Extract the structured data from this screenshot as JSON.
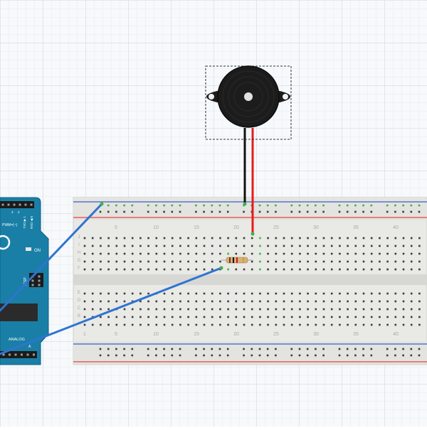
{
  "arduino": {
    "label_pwm": "PWM=(~)",
    "label_tx": "TXD ▶ 1",
    "label_rx": "RXD ◀ 0",
    "label_on": "ON",
    "label_icsp": "ICSP",
    "label_analog": "ANALOG",
    "label_a": "A",
    "pin_digits": [
      "3",
      "2"
    ]
  },
  "breadboard": {
    "column_numbers_top": [
      "5",
      "10",
      "15",
      "20",
      "25",
      "30",
      "35",
      "40"
    ],
    "column_numbers_bottom": [
      "1",
      "5",
      "10",
      "15",
      "20",
      "25",
      "30",
      "35",
      "40"
    ],
    "row_letters_top": [
      "J",
      "I",
      "H",
      "G",
      "F"
    ],
    "row_letters_bottom": [
      "E",
      "D",
      "C",
      "B",
      "A"
    ]
  },
  "colors": {
    "arduino_board": "#1a7fa6",
    "breadboard_body": "#e9e9e6",
    "breadboard_trench": "#d7d7d4",
    "rail_red": "#e8413c",
    "rail_blue": "#3b5fc7",
    "wire_blue": "#2f74d0",
    "wire_red": "#e81a1a",
    "wire_black": "#111111",
    "hole": "#3b3b3b",
    "hole_active": "#3cb34a",
    "buzzer": "#1c1c1c"
  },
  "icons": {
    "buzzer": "piezo-buzzer-icon",
    "resistor": "resistor-icon",
    "arduino": "arduino-uno-icon",
    "chip": "atmega-chip-icon"
  }
}
